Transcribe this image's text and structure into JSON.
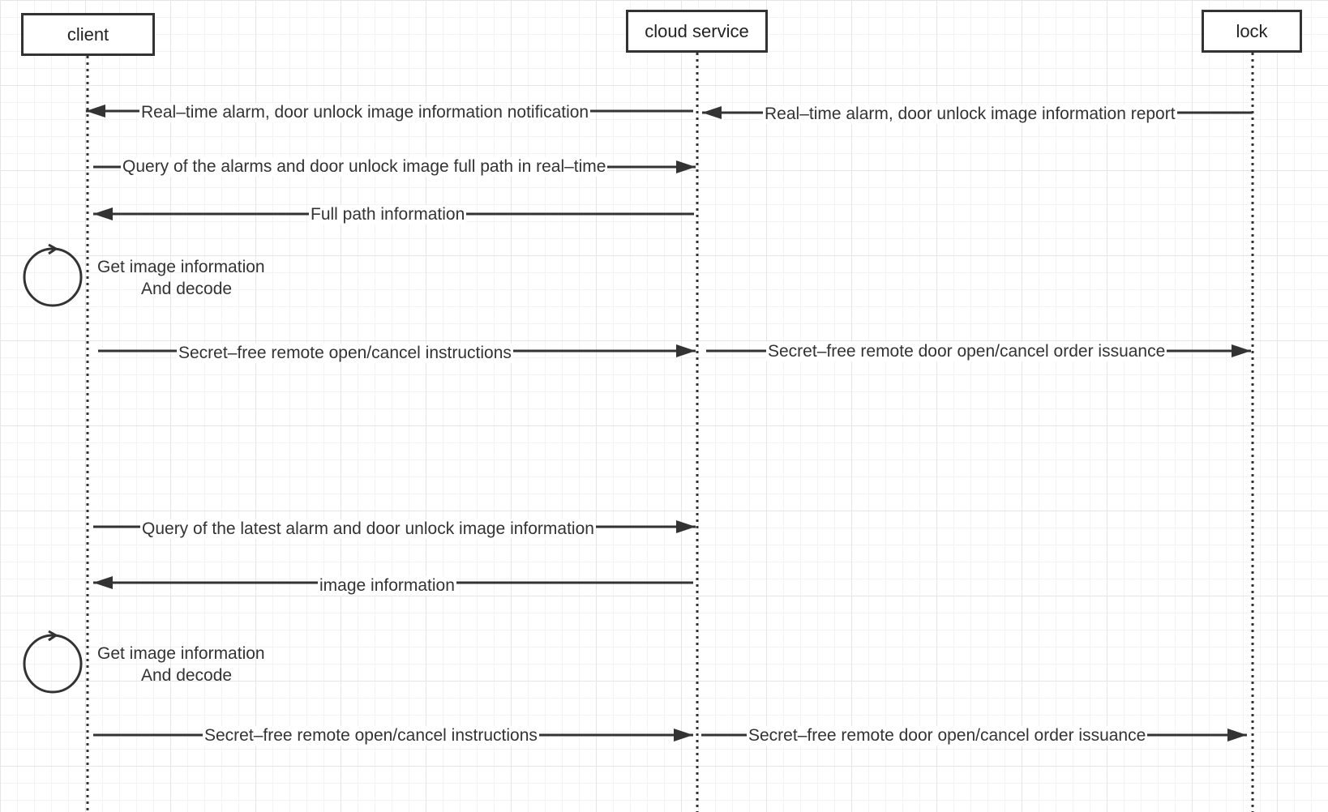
{
  "colors": {
    "line": "#333333",
    "text": "#333333",
    "grid_major": "#e6e6e6",
    "grid_minor": "#f3f3f3"
  },
  "actors": {
    "client": "client",
    "cloud_service": "cloud service",
    "lock": "lock"
  },
  "messages": {
    "m1": "Real–time alarm, door unlock image information notification",
    "m2": "Real–time alarm, door unlock image information report",
    "m3": "Query of the alarms and door unlock image full path in real–time",
    "m4": "Full path information",
    "m5": "Secret–free remote open/cancel instructions",
    "m6": "Secret–free remote door open/cancel order issuance",
    "m7": "Query of the latest alarm and door unlock image information",
    "m8": "image information",
    "m9": "Secret–free remote open/cancel instructions",
    "m10": "Secret–free remote door open/cancel order issuance"
  },
  "self_notes": {
    "n1": {
      "line1": "Get image information",
      "line2": "And decode"
    },
    "n2": {
      "line1": "Get image information",
      "line2": "And decode"
    }
  },
  "icons": {
    "self_loop": "circular-arrow-icon"
  }
}
